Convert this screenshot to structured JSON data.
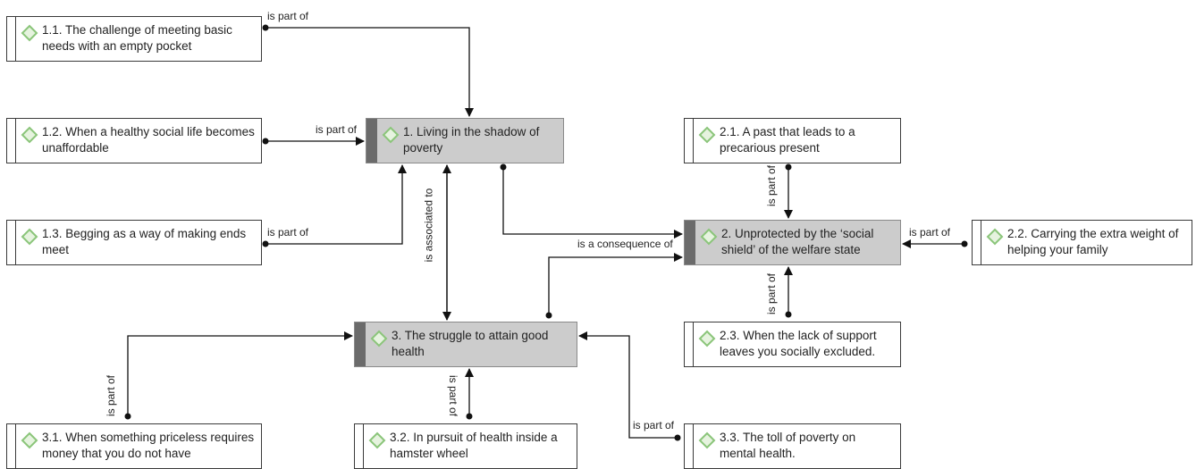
{
  "codes": [
    {
      "id": "n1",
      "label": "1. Living in the shadow of poverty",
      "main": true
    },
    {
      "id": "n11",
      "label": "1.1. The challenge of meeting basic needs with an empty pocket"
    },
    {
      "id": "n12",
      "label": "1.2. When a healthy social life becomes unaffordable"
    },
    {
      "id": "n13",
      "label": "1.3. Begging as a way of making ends meet"
    },
    {
      "id": "n2",
      "label": "2. Unprotected by the ‘social shield’ of the welfare state",
      "main": true
    },
    {
      "id": "n21",
      "label": "2.1. A past that leads to a precarious present"
    },
    {
      "id": "n22",
      "label": "2.2. Carrying the extra weight of helping your family"
    },
    {
      "id": "n23",
      "label": "2.3. When the lack of support leaves you socially excluded."
    },
    {
      "id": "n3",
      "label": "3. The struggle to attain good health",
      "main": true
    },
    {
      "id": "n31",
      "label": "3.1. When something priceless requires money that you do not have"
    },
    {
      "id": "n32",
      "label": "3.2. In pursuit of health inside a hamster wheel"
    },
    {
      "id": "n33",
      "label": "3.3. The toll of poverty on mental health."
    }
  ],
  "relations": [
    {
      "from": "n11",
      "to": "n1",
      "label": "is part of"
    },
    {
      "from": "n12",
      "to": "n1",
      "label": "is part of"
    },
    {
      "from": "n13",
      "to": "n1",
      "label": "is part of"
    },
    {
      "from": "n1",
      "to": "n3",
      "label": "is associated to"
    },
    {
      "from": "n1",
      "to": "n2",
      "label": "is a consequence of"
    },
    {
      "from": "n3",
      "to": "n2",
      "label": ""
    },
    {
      "from": "n21",
      "to": "n2",
      "label": "is part of"
    },
    {
      "from": "n22",
      "to": "n2",
      "label": "is part of"
    },
    {
      "from": "n23",
      "to": "n2",
      "label": "is part of"
    },
    {
      "from": "n31",
      "to": "n3",
      "label": "is part of"
    },
    {
      "from": "n32",
      "to": "n3",
      "label": "is part of"
    },
    {
      "from": "n33",
      "to": "n3",
      "label": "is part of"
    }
  ],
  "colors": {
    "code_icon": "#8bc57a",
    "main_fill": "#cccccc",
    "main_bar": "#6b6b6b",
    "line": "#111111"
  },
  "icons": {
    "code": "diamond-code-icon"
  }
}
